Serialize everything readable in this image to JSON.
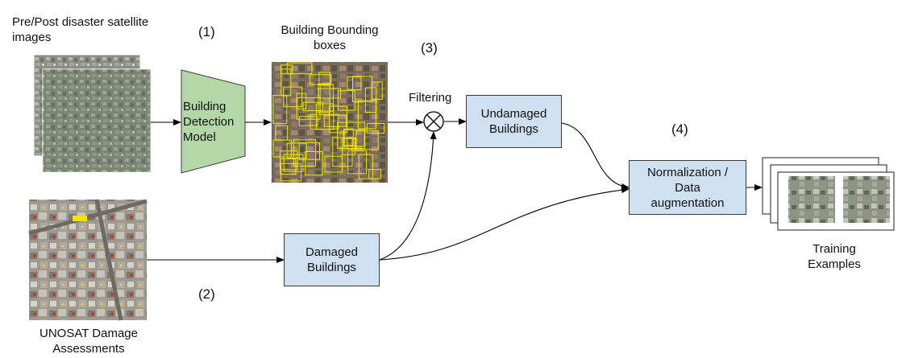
{
  "labels": {
    "input_images": "Pre/Post disaster satellite\nimages",
    "step1": "(1)",
    "bboxes": "Building Bounding\nboxes",
    "step3": "(3)",
    "filtering": "Filtering",
    "step4": "(4)",
    "step2": "(2)",
    "unosat": "UNOSAT Damage\nAssessments",
    "training": "Training\nExamples"
  },
  "nodes": {
    "detection_model": "Building\nDetection\nModel",
    "undamaged": "Undamaged\nBuildings",
    "damaged": "Damaged\nBuildings",
    "normalization": "Normalization /\nData\naugmentation"
  },
  "colors": {
    "model_fill": "#b4d7a8",
    "box_fill": "#cfe0f1",
    "bbox_stroke": "#f3e600",
    "arrow": "#000000"
  }
}
